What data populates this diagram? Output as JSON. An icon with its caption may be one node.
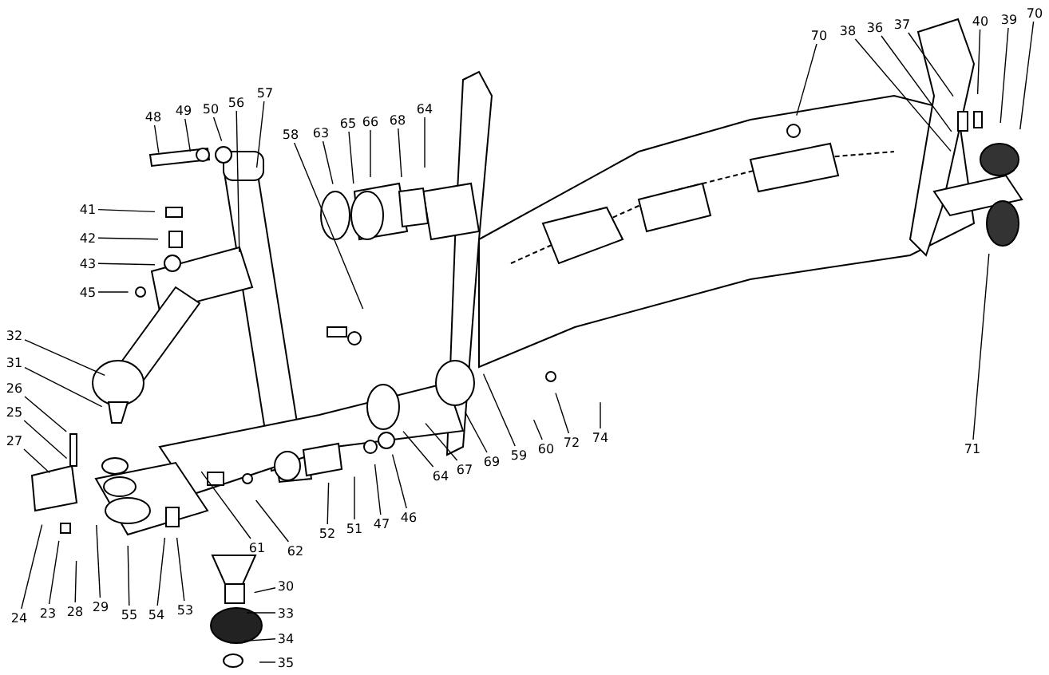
{
  "diagram": {
    "nodes": [
      {
        "text": [
          "48"
        ]
      },
      {
        "text": [
          "49"
        ]
      },
      {
        "text": [
          "50"
        ]
      },
      {
        "text": [
          "56"
        ]
      },
      {
        "text": [
          "57"
        ]
      },
      {
        "text": [
          "58"
        ]
      },
      {
        "text": [
          "63"
        ]
      },
      {
        "text": [
          "65"
        ]
      },
      {
        "text": [
          "66"
        ]
      },
      {
        "text": [
          "68"
        ]
      },
      {
        "text": [
          "64"
        ]
      },
      {
        "text": [
          "41"
        ]
      },
      {
        "text": [
          "42"
        ]
      },
      {
        "text": [
          "43"
        ]
      },
      {
        "text": [
          "45"
        ]
      },
      {
        "text": [
          "32"
        ]
      },
      {
        "text": [
          "31"
        ]
      },
      {
        "text": [
          "26"
        ]
      },
      {
        "text": [
          "25"
        ]
      },
      {
        "text": [
          "27"
        ]
      },
      {
        "text": [
          "24"
        ]
      },
      {
        "text": [
          "23"
        ]
      },
      {
        "text": [
          "28"
        ]
      },
      {
        "text": [
          "29"
        ]
      },
      {
        "text": [
          "55"
        ]
      },
      {
        "text": [
          "54"
        ]
      },
      {
        "text": [
          "53"
        ]
      },
      {
        "text": [
          "30"
        ]
      },
      {
        "text": [
          "33"
        ]
      },
      {
        "text": [
          "34"
        ]
      },
      {
        "text": [
          "35"
        ]
      },
      {
        "text": [
          "61"
        ]
      },
      {
        "text": [
          "62"
        ]
      },
      {
        "text": [
          "52"
        ]
      },
      {
        "text": [
          "51"
        ]
      },
      {
        "text": [
          "47"
        ]
      },
      {
        "text": [
          "46"
        ]
      },
      {
        "text": [
          "64"
        ]
      },
      {
        "text": [
          "67"
        ]
      },
      {
        "text": [
          "69"
        ]
      },
      {
        "text": [
          "59"
        ]
      },
      {
        "text": [
          "60"
        ]
      },
      {
        "text": [
          "72"
        ]
      },
      {
        "text": [
          "74"
        ]
      },
      {
        "text": [
          "70"
        ]
      },
      {
        "text": [
          "38"
        ]
      },
      {
        "text": [
          "36"
        ]
      },
      {
        "text": [
          "37"
        ]
      },
      {
        "text": [
          "40"
        ]
      },
      {
        "text": [
          "39"
        ]
      },
      {
        "text": [
          "70"
        ]
      },
      {
        "text": [
          "71"
        ]
      }
    ],
    "edges": [
      {
        "from": 0,
        "to": null,
        "arrow": "none"
      },
      {
        "from": 1,
        "to": null,
        "arrow": "none"
      },
      {
        "from": 2,
        "to": null,
        "arrow": "none"
      },
      {
        "from": 3,
        "to": null,
        "arrow": "none"
      },
      {
        "from": 4,
        "to": null,
        "arrow": "none"
      },
      {
        "from": 5,
        "to": null,
        "arrow": "none"
      },
      {
        "from": 6,
        "to": null,
        "arrow": "none"
      },
      {
        "from": 7,
        "to": null,
        "arrow": "none"
      },
      {
        "from": 8,
        "to": null,
        "arrow": "none"
      },
      {
        "from": 9,
        "to": null,
        "arrow": "none"
      },
      {
        "from": 10,
        "to": null,
        "arrow": "none"
      },
      {
        "from": 11,
        "to": null,
        "arrow": "none"
      },
      {
        "from": 12,
        "to": null,
        "arrow": "none"
      },
      {
        "from": 13,
        "to": null,
        "arrow": "none"
      },
      {
        "from": 14,
        "to": null,
        "arrow": "none"
      },
      {
        "from": 15,
        "to": null,
        "arrow": "none"
      },
      {
        "from": 16,
        "to": null,
        "arrow": "none"
      },
      {
        "from": 17,
        "to": null,
        "arrow": "none"
      },
      {
        "from": 18,
        "to": null,
        "arrow": "none"
      },
      {
        "from": 19,
        "to": null,
        "arrow": "none"
      },
      {
        "from": 20,
        "to": null,
        "arrow": "none"
      },
      {
        "from": 21,
        "to": null,
        "arrow": "none"
      },
      {
        "from": 22,
        "to": null,
        "arrow": "none"
      },
      {
        "from": 23,
        "to": null,
        "arrow": "none"
      },
      {
        "from": 24,
        "to": null,
        "arrow": "none"
      },
      {
        "from": 25,
        "to": null,
        "arrow": "none"
      },
      {
        "from": 26,
        "to": null,
        "arrow": "none"
      },
      {
        "from": 27,
        "to": null,
        "arrow": "none"
      },
      {
        "from": 28,
        "to": null,
        "arrow": "none"
      },
      {
        "from": 29,
        "to": null,
        "arrow": "none"
      },
      {
        "from": 30,
        "to": null,
        "arrow": "none"
      },
      {
        "from": 31,
        "to": null,
        "arrow": "none"
      },
      {
        "from": 32,
        "to": null,
        "arrow": "none"
      },
      {
        "from": 33,
        "to": null,
        "arrow": "none"
      },
      {
        "from": 34,
        "to": null,
        "arrow": "none"
      },
      {
        "from": 35,
        "to": null,
        "arrow": "none"
      },
      {
        "from": 36,
        "to": null,
        "arrow": "none"
      },
      {
        "from": 37,
        "to": null,
        "arrow": "none"
      },
      {
        "from": 38,
        "to": null,
        "arrow": "none"
      },
      {
        "from": 39,
        "to": null,
        "arrow": "none"
      },
      {
        "from": 40,
        "to": null,
        "arrow": "none"
      },
      {
        "from": 41,
        "to": null,
        "arrow": "none"
      },
      {
        "from": 42,
        "to": null,
        "arrow": "none"
      },
      {
        "from": 43,
        "to": null,
        "arrow": "none"
      },
      {
        "from": 44,
        "to": null,
        "arrow": "none"
      },
      {
        "from": 45,
        "to": null,
        "arrow": "none"
      },
      {
        "from": 46,
        "to": null,
        "arrow": "none"
      },
      {
        "from": 47,
        "to": null,
        "arrow": "none"
      },
      {
        "from": 48,
        "to": null,
        "arrow": "none"
      },
      {
        "from": 49,
        "to": null,
        "arrow": "none"
      },
      {
        "from": 50,
        "to": null,
        "arrow": "none"
      },
      {
        "from": 51,
        "to": null,
        "arrow": "none"
      }
    ]
  }
}
